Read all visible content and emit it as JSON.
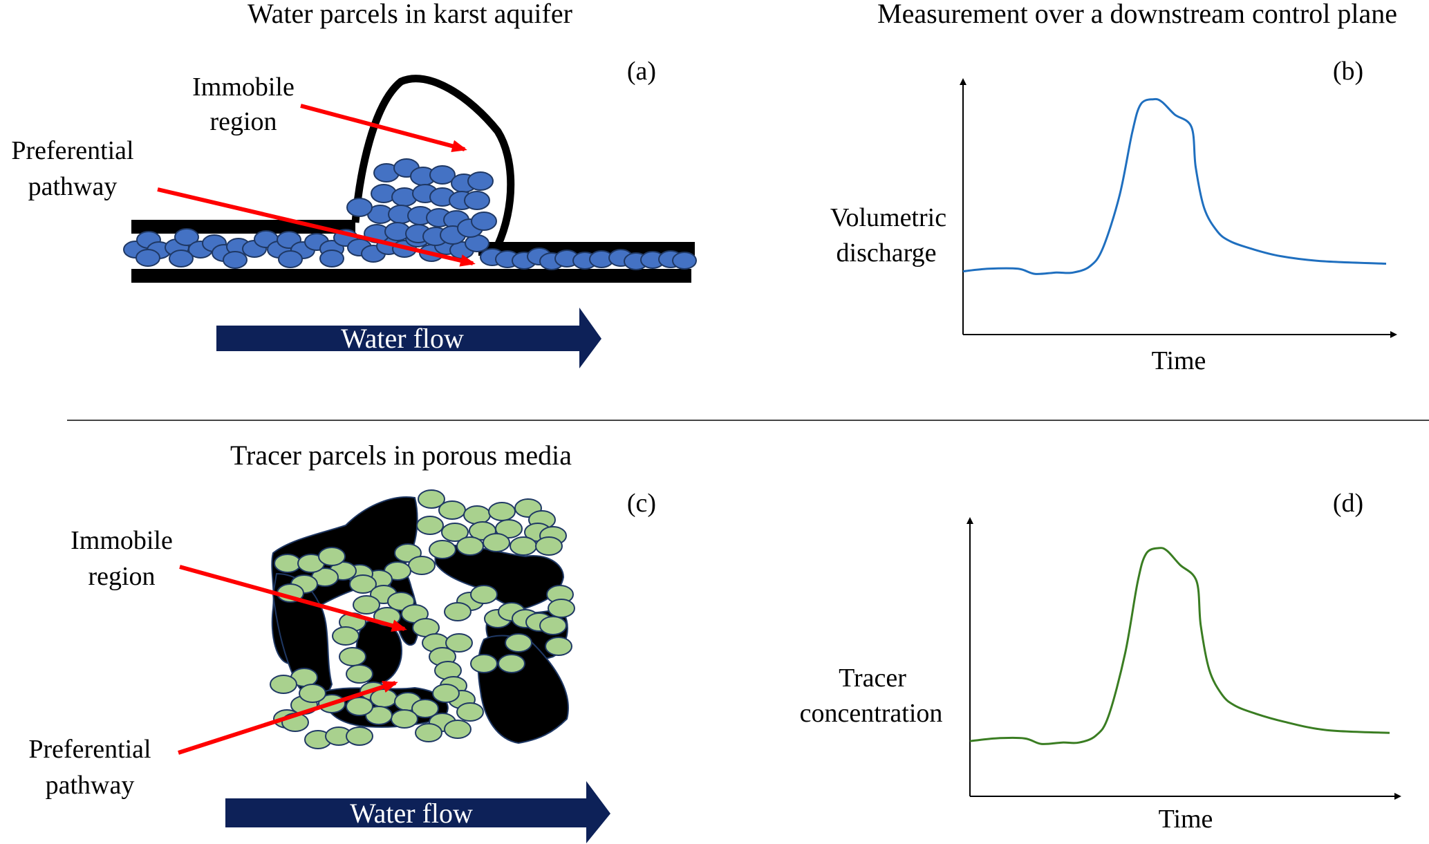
{
  "figure": {
    "divider": true,
    "colors": {
      "water_parcel_fill": "#4472C4",
      "water_parcel_stroke": "#1F3864",
      "tracer_parcel_fill": "#A9D18E",
      "tracer_parcel_stroke": "#1F3864",
      "annotation_arrow": "#FF0000",
      "flow_arrow": "#0D2158",
      "matrix": "#000000",
      "discharge_line": "#1F6FBF",
      "concentration_line": "#3A7D22"
    }
  },
  "panels": {
    "a": {
      "title": "Water parcels in karst aquifer",
      "tag": "(a)",
      "immobile_label_1": "Immobile",
      "immobile_label_2": "region",
      "pathway_label_1": "Preferential",
      "pathway_label_2": "pathway",
      "flow_label": "Water flow"
    },
    "b": {
      "title": "Measurement over a downstream control plane",
      "tag": "(b)",
      "ylabel_1": "Volumetric",
      "ylabel_2": "discharge",
      "xlabel": "Time"
    },
    "c": {
      "title": "Tracer parcels in porous media",
      "tag": "(c)",
      "immobile_label_1": "Immobile",
      "immobile_label_2": "region",
      "pathway_label_1": "Preferential",
      "pathway_label_2": "pathway",
      "flow_label": "Water flow"
    },
    "d": {
      "tag": "(d)",
      "ylabel_1": "Tracer",
      "ylabel_2": "concentration",
      "xlabel": "Time"
    }
  },
  "chart_data": [
    {
      "type": "line",
      "panel": "b",
      "title": "",
      "xlabel": "Time",
      "ylabel": "Volumetric discharge",
      "xlim": [
        0,
        1
      ],
      "ylim": [
        0,
        1
      ],
      "ticks": false,
      "grid": false,
      "series": [
        {
          "name": "discharge",
          "x": [
            0,
            0.06,
            0.13,
            0.17,
            0.22,
            0.26,
            0.3,
            0.33,
            0.37,
            0.4,
            0.42,
            0.45,
            0.47,
            0.5,
            0.54,
            0.55,
            0.57,
            0.6,
            0.63,
            0.68,
            0.75,
            0.85,
            1.0
          ],
          "y": [
            0.25,
            0.26,
            0.26,
            0.24,
            0.245,
            0.245,
            0.27,
            0.34,
            0.55,
            0.8,
            0.91,
            0.93,
            0.92,
            0.87,
            0.82,
            0.66,
            0.5,
            0.41,
            0.37,
            0.34,
            0.31,
            0.29,
            0.28
          ]
        }
      ]
    },
    {
      "type": "line",
      "panel": "d",
      "title": "",
      "xlabel": "Time",
      "ylabel": "Tracer concentration",
      "xlim": [
        0,
        1
      ],
      "ylim": [
        0,
        1
      ],
      "ticks": false,
      "grid": false,
      "series": [
        {
          "name": "concentration",
          "x": [
            0,
            0.06,
            0.13,
            0.17,
            0.22,
            0.26,
            0.3,
            0.33,
            0.37,
            0.4,
            0.42,
            0.45,
            0.47,
            0.5,
            0.54,
            0.55,
            0.57,
            0.6,
            0.63,
            0.68,
            0.75,
            0.85,
            1.0
          ],
          "y": [
            0.2,
            0.21,
            0.21,
            0.19,
            0.195,
            0.195,
            0.22,
            0.29,
            0.52,
            0.78,
            0.88,
            0.9,
            0.89,
            0.84,
            0.78,
            0.62,
            0.46,
            0.37,
            0.33,
            0.3,
            0.27,
            0.24,
            0.23
          ]
        }
      ]
    }
  ]
}
